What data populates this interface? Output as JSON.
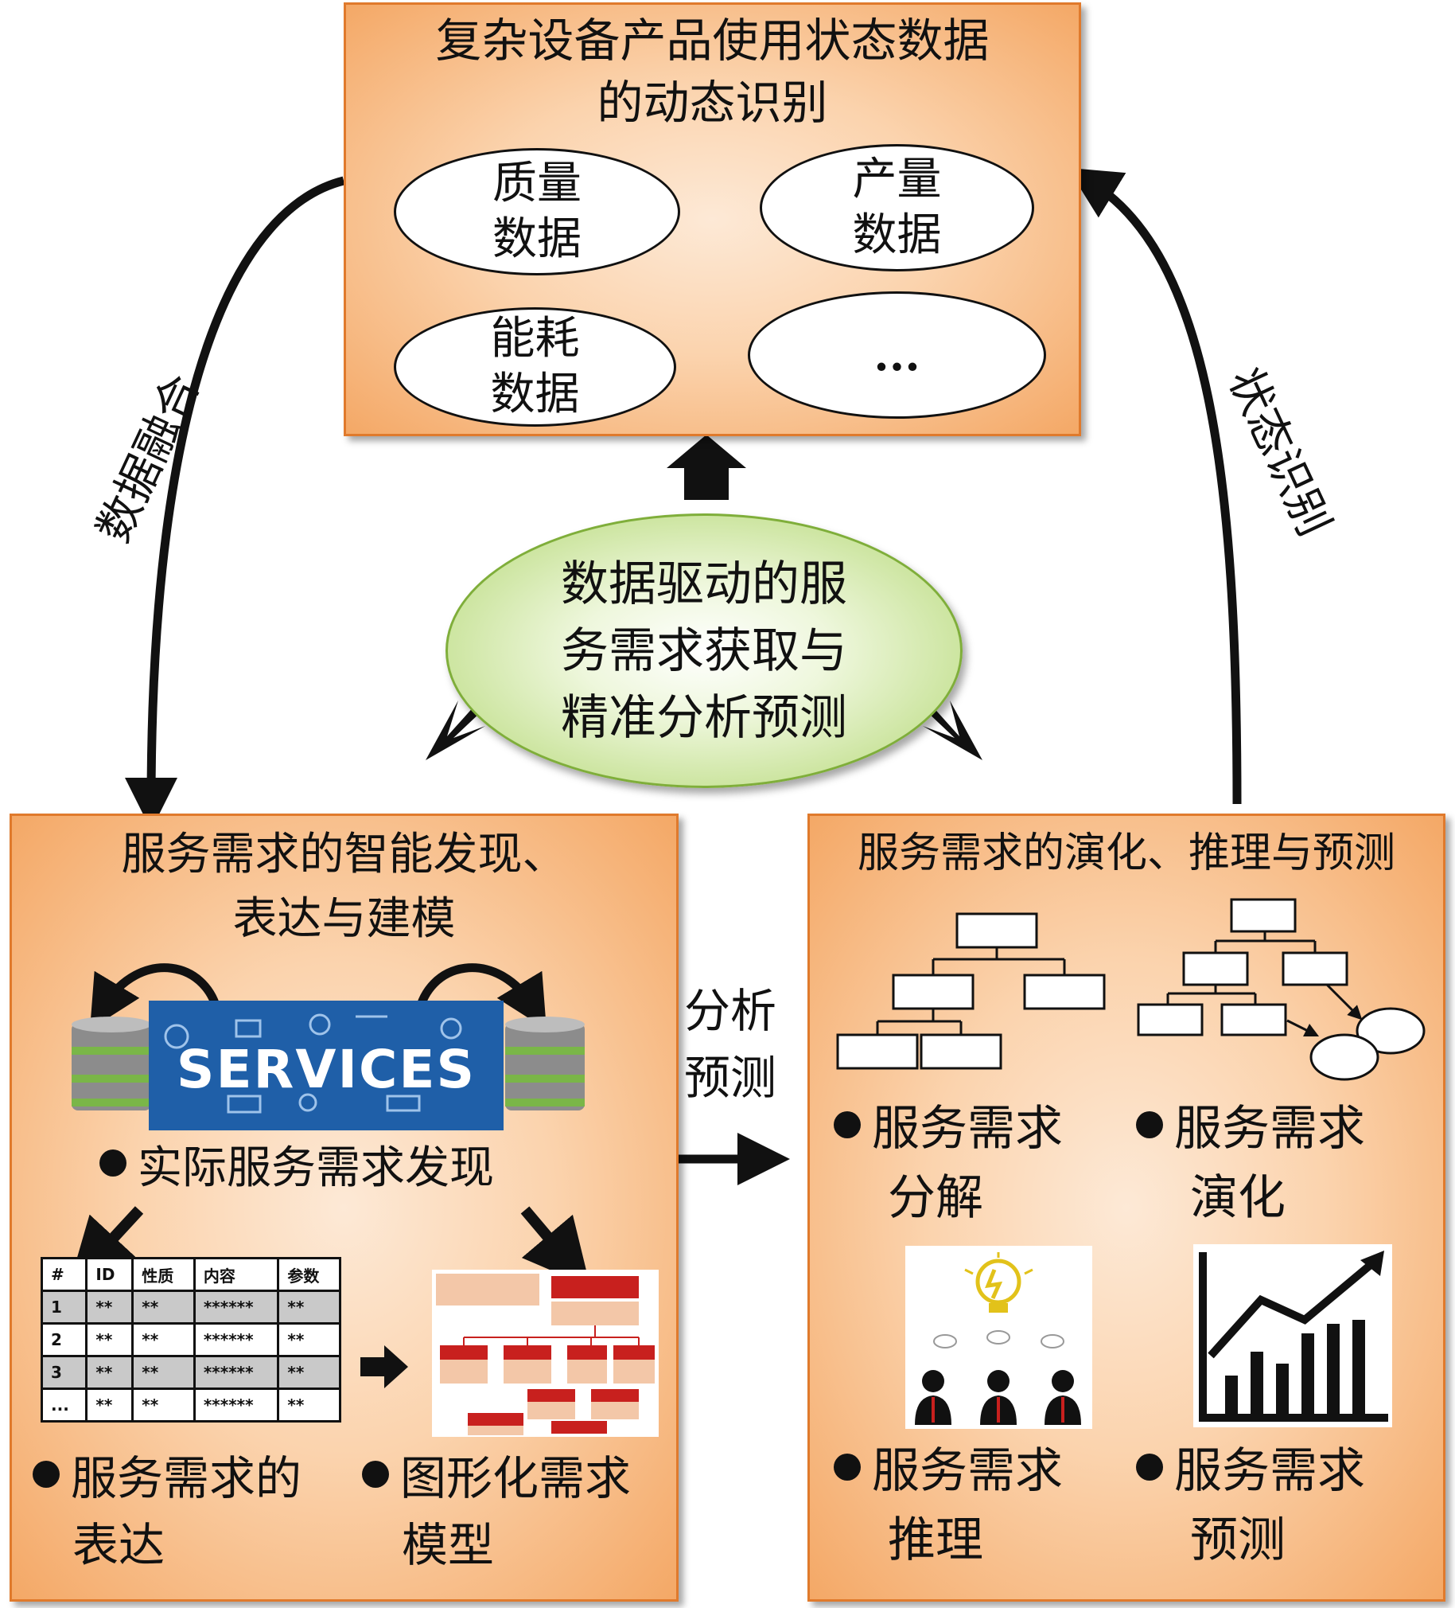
{
  "top_box": {
    "title_line1": "复杂设备产品使用状态数据",
    "title_line2": "的动态识别",
    "ovals": [
      "质量\n数据",
      "产量\n数据",
      "能耗\n数据",
      "..."
    ]
  },
  "center": {
    "text": "数据驱动的服\n务需求获取与\n精准分析预测"
  },
  "left_label": "数据融合",
  "right_label": "状态识别",
  "middle_label": {
    "line1": "分析",
    "line2": "预测"
  },
  "left_box": {
    "title_line1": "服务需求的智能发现、",
    "title_line2": "表达与建模",
    "services_word": "SERVICES",
    "item_discovery": "实际服务需求发现",
    "item_expression": {
      "line1": "服务需求的",
      "line2": "表达"
    },
    "item_model": {
      "line1": "图形化需求",
      "line2": "模型"
    },
    "table": {
      "headers": [
        "#",
        "ID",
        "性质",
        "内容",
        "参数"
      ],
      "rows": [
        [
          "1",
          "**",
          "**",
          "******",
          "**"
        ],
        [
          "2",
          "**",
          "**",
          "******",
          "**"
        ],
        [
          "3",
          "**",
          "**",
          "******",
          "**"
        ],
        [
          "...",
          "**",
          "**",
          "******",
          "**"
        ]
      ]
    }
  },
  "right_box": {
    "title": "服务需求的演化、推理与预测",
    "item_decompose": {
      "line1": "服务需求",
      "line2": "分解"
    },
    "item_evolve": {
      "line1": "服务需求",
      "line2": "演化"
    },
    "item_reason": {
      "line1": "服务需求",
      "line2": "推理"
    },
    "item_predict": {
      "line1": "服务需求",
      "line2": "预测"
    }
  },
  "colors": {
    "box_border": "#e07a2c",
    "box_fill": "#fbd3ad",
    "green": "#a9d068",
    "services_bg": "#1f5fa8"
  }
}
